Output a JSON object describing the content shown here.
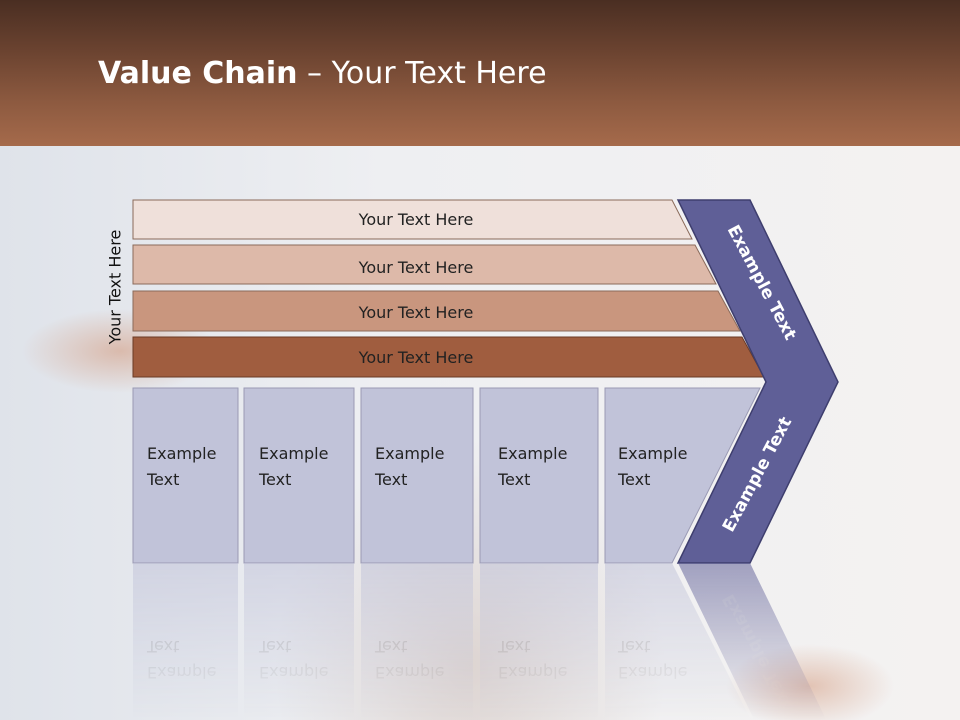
{
  "title": {
    "bold": "Value Chain",
    "rest": " – Your Text Here"
  },
  "side_label": "Your Text Here",
  "bars": [
    {
      "label": "Your Text Here",
      "color": "#efe0da"
    },
    {
      "label": "Your Text Here",
      "color": "#ddb9a9"
    },
    {
      "label": "Your Text Here",
      "color": "#c9967e"
    },
    {
      "label": "Your Text Here",
      "color": "#a05d3f"
    }
  ],
  "boxes": [
    {
      "line1": "Example",
      "line2": "Text"
    },
    {
      "line1": "Example",
      "line2": "Text"
    },
    {
      "line1": "Example",
      "line2": "Text"
    },
    {
      "line1": "Example",
      "line2": "Text"
    },
    {
      "line1": "Example",
      "line2": "Text"
    }
  ],
  "chevron": {
    "upper_label": "Example Text",
    "lower_label": "Example Text",
    "color": "#5f5f97"
  },
  "colors": {
    "box": "#c1c3d9",
    "box_border": "#9a9ab4",
    "header": "#7a4c35"
  }
}
